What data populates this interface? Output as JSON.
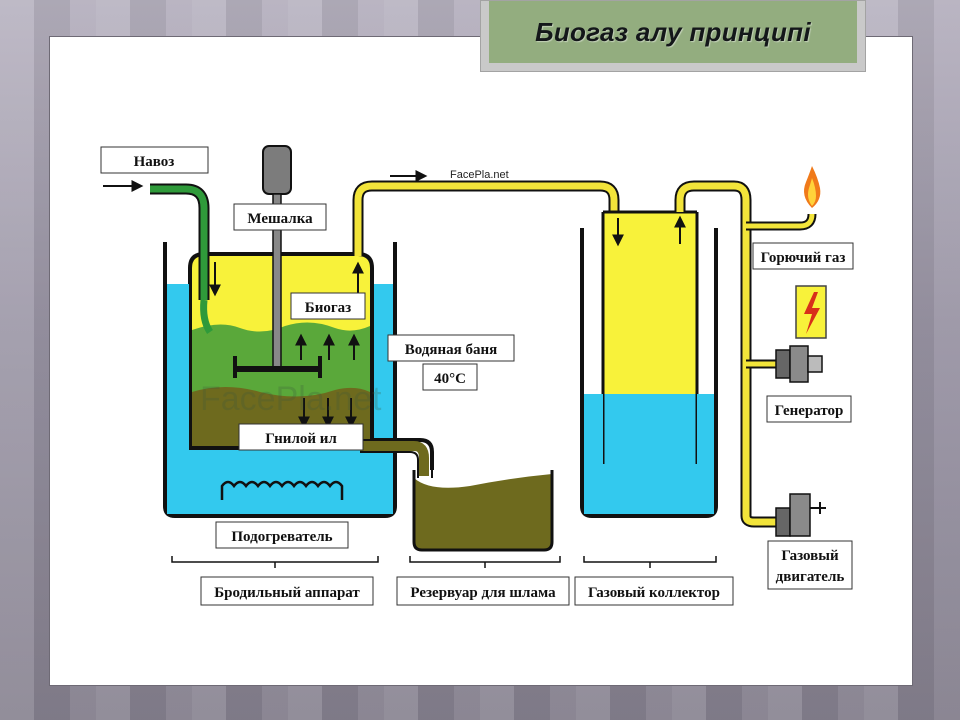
{
  "slide": {
    "title": "Биогаз алу принципі"
  },
  "diagram": {
    "labels": {
      "manure": "Навоз",
      "mixer": "Мешалка",
      "biogas": "Биогаз",
      "water_bath": "Водяная баня",
      "temperature": "40°C",
      "sludge": "Гнилой ил",
      "heater": "Подогреватель",
      "digester": "Бродильный аппарат",
      "sludge_tank": "Резервуар для шлама",
      "gas_collector": "Газовый коллектор",
      "combustible_gas": "Горючий газ",
      "generator": "Генератор",
      "gas_engine_1": "Газовый",
      "gas_engine_2": "двигатель"
    },
    "watermark_small": "FacePla.net",
    "watermark_large": "FacePla.net"
  },
  "colors": {
    "water": "#33c9ee",
    "gas": "#f8f23a",
    "slurry": "#5aa83a",
    "sludge": "#6e6a1e",
    "pipe_yellow": "#f2e43a",
    "pipe_green": "#2f9a3a"
  }
}
